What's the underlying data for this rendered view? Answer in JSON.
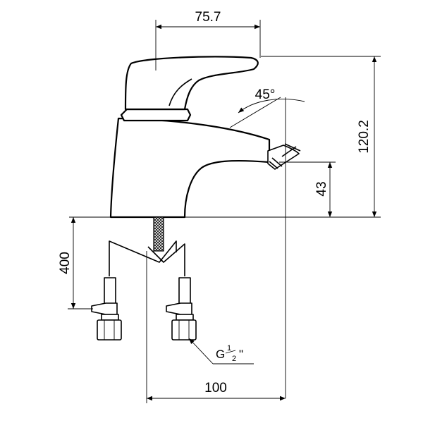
{
  "dimensions": {
    "spout_reach": "75.7",
    "lever_angle": "45°",
    "total_height": "120.2",
    "spout_height": "43",
    "hose_length": "400",
    "hole_spacing": "100"
  },
  "connection": {
    "thread_prefix": "G",
    "thread_numerator": "1",
    "thread_denominator": "2",
    "thread_inch": "\""
  },
  "colors": {
    "line": "#000000",
    "background": "#ffffff"
  }
}
